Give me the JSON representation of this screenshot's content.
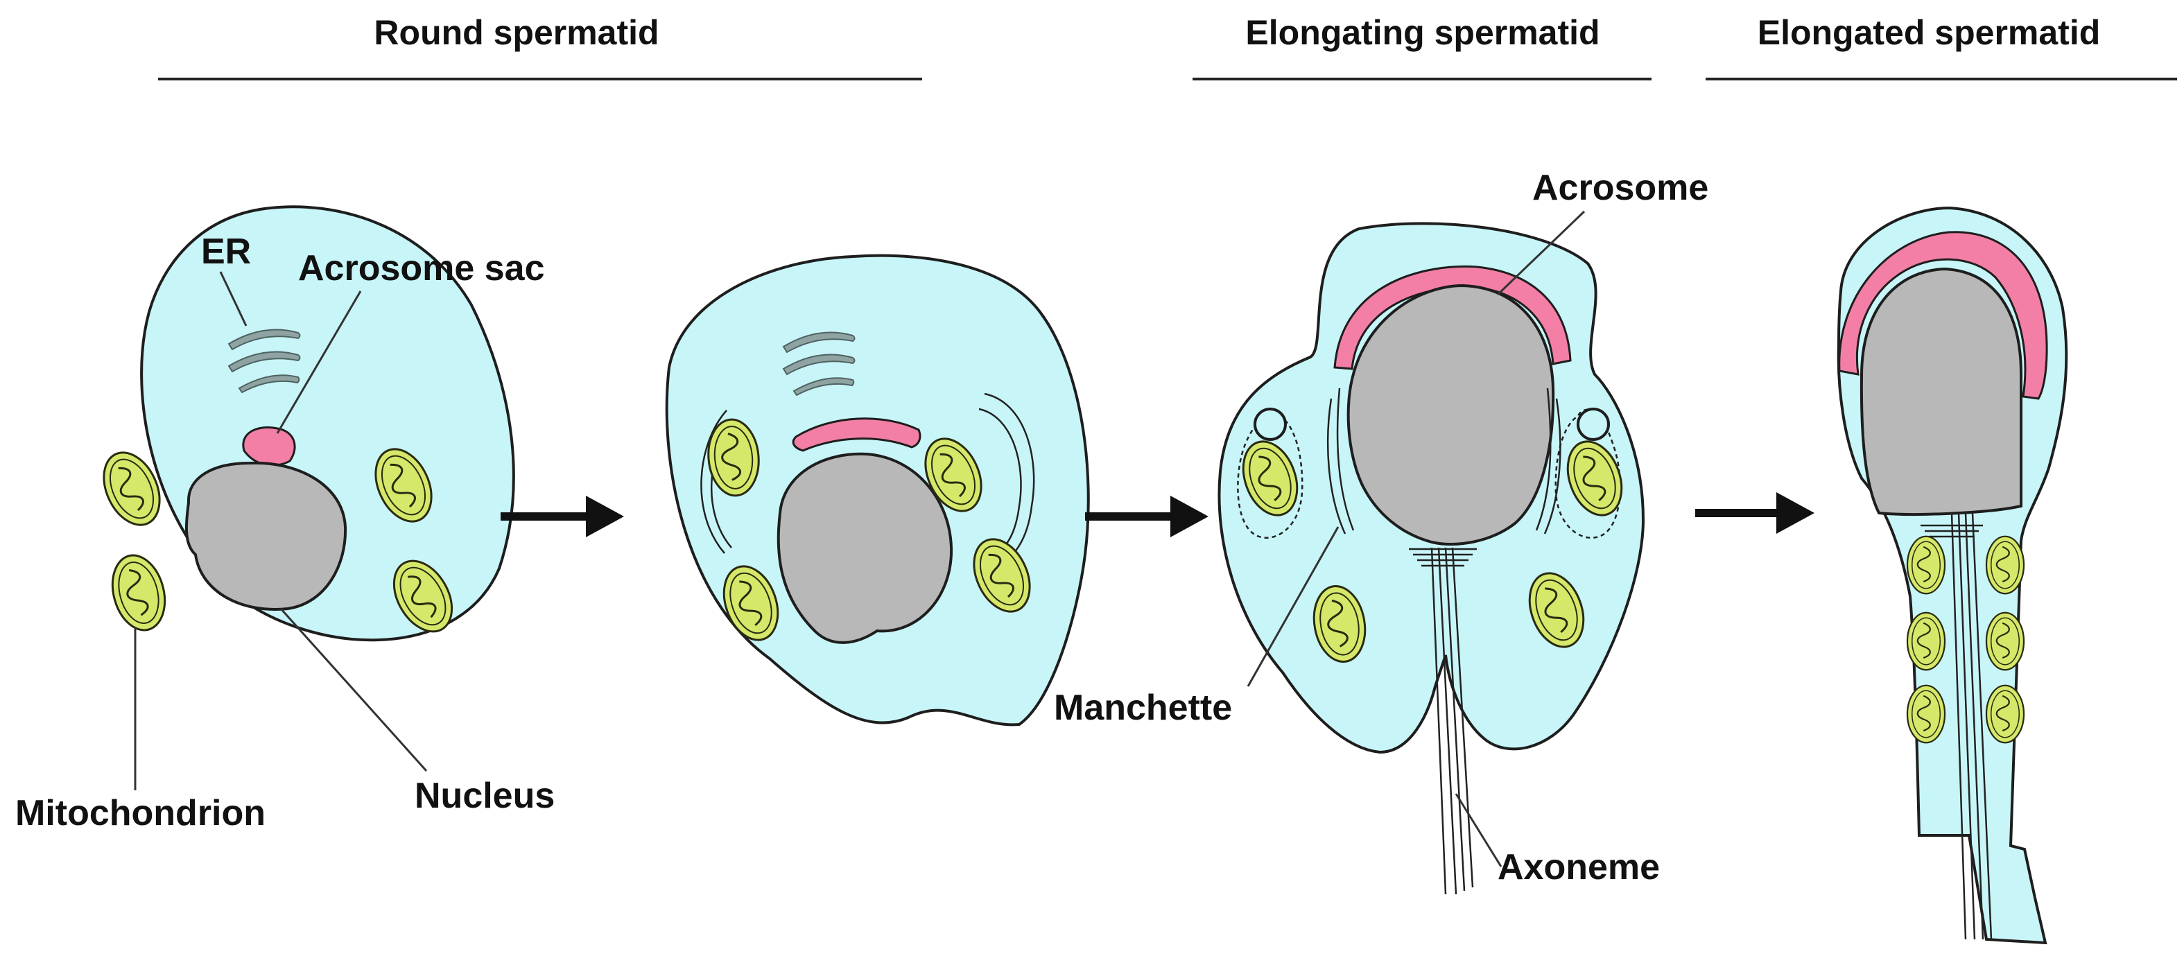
{
  "stages": {
    "round": "Round spermatid",
    "elongating": "Elongating spermatid",
    "elongated": "Elongated spermatid"
  },
  "labels": {
    "er": "ER",
    "acrosome_sac": "Acrosome  sac",
    "mitochondrion": "Mitochondrion",
    "nucleus": "Nucleus",
    "acrosome": "Acrosome",
    "manchette": "Manchette",
    "axoneme": "Axoneme"
  },
  "colors": {
    "cytoplasm": "#c8f5f8",
    "nucleus": "#b8b8b8",
    "acrosome": "#f47fa6",
    "mitochondrion": "#d6e86a",
    "er": "#8fa3a3"
  }
}
